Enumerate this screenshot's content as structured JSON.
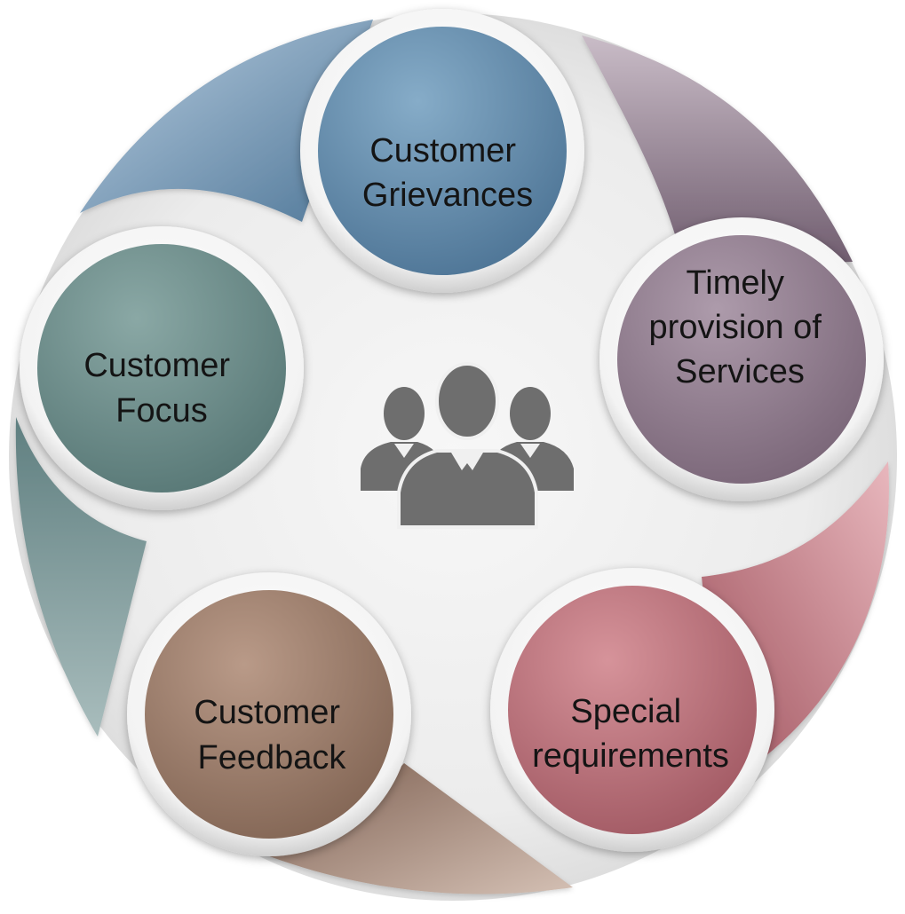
{
  "nodes": [
    {
      "id": "grievances",
      "lines": [
        "Customer",
        "Grievances"
      ],
      "color": "#5f88a8"
    },
    {
      "id": "timely",
      "lines": [
        "Timely",
        "provision of",
        "Services"
      ],
      "color": "#8e7a8c"
    },
    {
      "id": "special",
      "lines": [
        "Special",
        "requirements"
      ],
      "color": "#b26d75"
    },
    {
      "id": "feedback",
      "lines": [
        "Customer",
        "Feedback"
      ],
      "color": "#9a7c6b"
    },
    {
      "id": "focus",
      "lines": [
        "Customer",
        "Focus"
      ],
      "color": "#6c8c89"
    }
  ],
  "center_icon": {
    "name": "people-group-icon",
    "color": "#6e6e6e"
  }
}
